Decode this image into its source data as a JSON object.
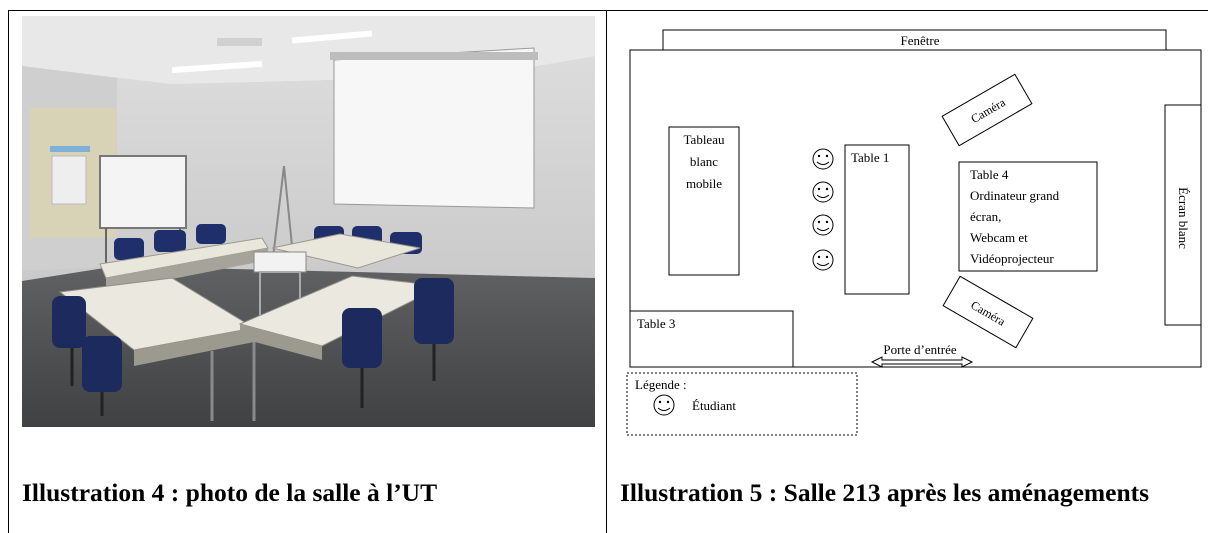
{
  "photo": {
    "alt": "photo de la salle"
  },
  "plan": {
    "window_label": "Fenêtre",
    "camera_top_label": "Caméra",
    "camera_bottom_label": "Caméra",
    "whiteboard_lines": [
      "Tableau",
      "blanc",
      "mobile"
    ],
    "table1_label": "Table 1",
    "table3_label": "Table 3",
    "table4_lines": [
      "Table 4",
      "Ordinateur grand",
      "écran,",
      "Webcam et",
      "Vidéoprojecteur"
    ],
    "screen_label": "Écran blanc",
    "door_label": "Porte d’entrée",
    "legend_title": "Légende :",
    "legend_item": "Étudiant"
  },
  "captions": {
    "left": "Illustration 4 : photo de la salle à l’UT",
    "right": "Illustration 5 : Salle 213 après les aménagements"
  }
}
